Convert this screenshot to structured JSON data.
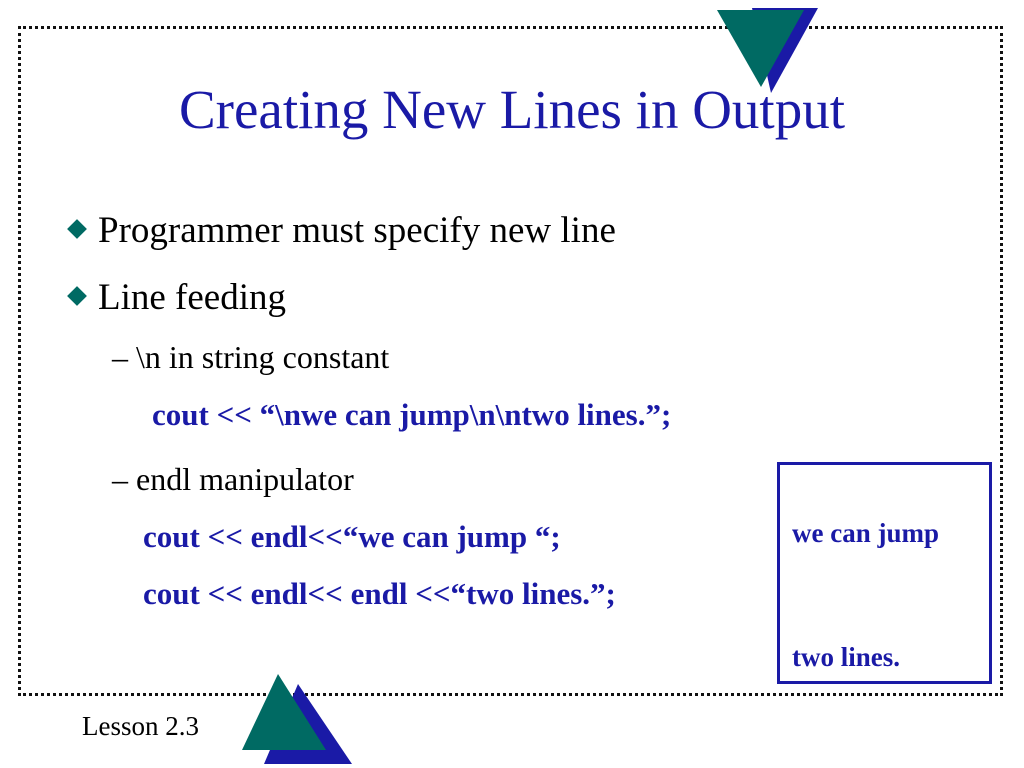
{
  "slide": {
    "title": "Creating New Lines in Output",
    "bullets": [
      "Programmer must specify new line",
      "Line feeding"
    ],
    "sub_items": [
      "– \\n  in string constant",
      "– endl manipulator"
    ],
    "code_lines": [
      "cout << “\\nwe can jump\\n\\ntwo lines.”;",
      "cout << endl<<“we can jump “;",
      "cout << endl<< endl <<“two lines.”;"
    ],
    "output_box": {
      "line1": "we can jump",
      "line2": "two lines."
    },
    "footer": "Lesson 2.3"
  },
  "colors": {
    "title": "#1a1aa6",
    "code": "#1a1aa6",
    "bullet_diamond": "#006a63",
    "triangle_teal": "#006a63",
    "triangle_navy": "#1a1aa6"
  },
  "icons": {
    "bullet": "diamond-bullet-icon",
    "decoration": "triangle-logo-icon"
  }
}
